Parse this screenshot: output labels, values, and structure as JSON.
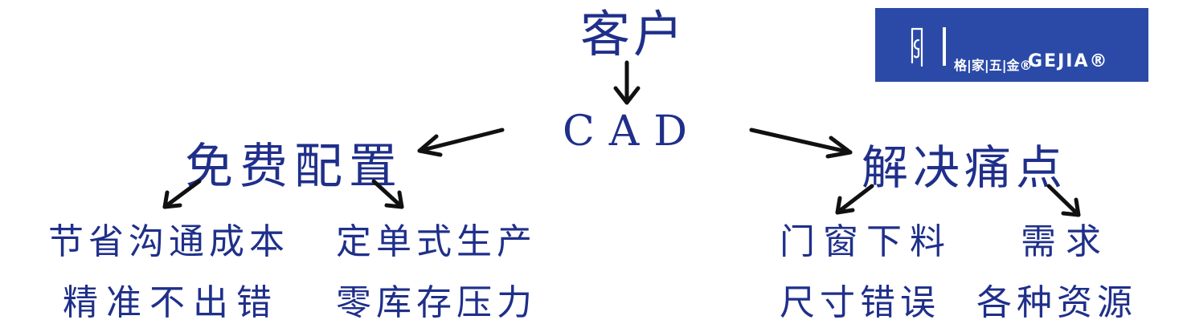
{
  "colors": {
    "text": "#1f2f8a",
    "arrow": "#111111",
    "logo_bg": "#2b4aa8"
  },
  "diagram": {
    "root": "客户",
    "center": "CAD",
    "branch_left": "免费配置",
    "branch_right": "解决痛点",
    "left_leaves": [
      "节省沟通成本",
      "定单式生产",
      "精准不出错",
      "零库存压力"
    ],
    "right_leaves": [
      "门窗下料",
      "需求",
      "尺寸错误",
      "各种资源"
    ]
  },
  "logo": {
    "icon": "gejia-door-mark-icon",
    "cn": "格|家|五|金®",
    "en": "GEJIA®"
  }
}
